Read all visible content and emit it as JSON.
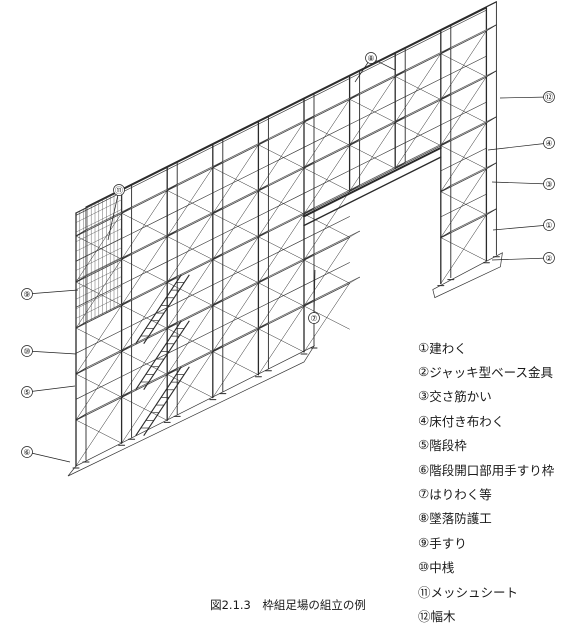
{
  "callouts": [
    {
      "id": "c8",
      "num": "⑧"
    },
    {
      "id": "c12",
      "num": "⑫"
    },
    {
      "id": "c4",
      "num": "④"
    },
    {
      "id": "c3",
      "num": "③"
    },
    {
      "id": "c1",
      "num": "①"
    },
    {
      "id": "c2",
      "num": "②"
    },
    {
      "id": "c11",
      "num": "⑪"
    },
    {
      "id": "c9",
      "num": "⑨"
    },
    {
      "id": "c7",
      "num": "⑦"
    },
    {
      "id": "c10",
      "num": "⑩"
    },
    {
      "id": "c5",
      "num": "⑤"
    },
    {
      "id": "c6",
      "num": "⑥"
    }
  ],
  "legend": [
    {
      "num": "①",
      "text": "建わく"
    },
    {
      "num": "②",
      "text": "ジャッキ型ベース金具"
    },
    {
      "num": "③",
      "text": "交さ筋かい"
    },
    {
      "num": "④",
      "text": "床付き布わく"
    },
    {
      "num": "⑤",
      "text": "階段枠"
    },
    {
      "num": "⑥",
      "text": "階段開口部用手すり枠"
    },
    {
      "num": "⑦",
      "text": "はりわく等"
    },
    {
      "num": "⑧",
      "text": "墜落防護工"
    },
    {
      "num": "⑨",
      "text": "手すり"
    },
    {
      "num": "⑩",
      "text": "中桟"
    },
    {
      "num": "⑪",
      "text": "メッシュシート"
    },
    {
      "num": "⑫",
      "text": "幅木"
    }
  ],
  "caption": "図2.1.3　枠組足場の組立の例"
}
